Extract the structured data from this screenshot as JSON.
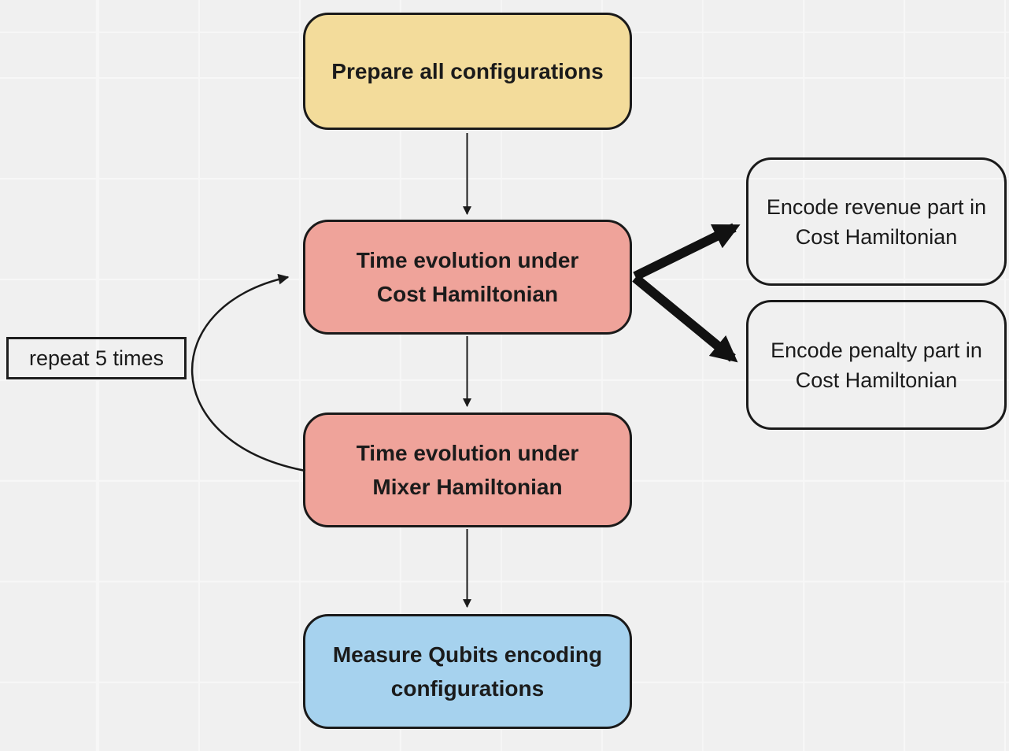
{
  "canvas": {
    "background_color": "#f0f0f0",
    "grid_line_color": "#f7f7f7",
    "stroke_color": "#1a1a1a",
    "text_color": "#1b1b1b"
  },
  "nodes": {
    "prepare": {
      "label": "Prepare all configurations",
      "fill": "#f3dc9b"
    },
    "cost": {
      "line1": "Time evolution under",
      "line2": "Cost Hamiltonian",
      "fill": "#efa39a"
    },
    "mixer": {
      "line1": "Time evolution under",
      "line2": "Mixer Hamiltonian",
      "fill": "#efa39a"
    },
    "measure": {
      "line1": "Measure Qubits encoding",
      "line2": "configurations",
      "fill": "#a6d2ee"
    },
    "encode_revenue": {
      "line1": "Encode revenue part in",
      "line2": "Cost Hamiltonian",
      "fill": "transparent"
    },
    "encode_penalty": {
      "line1": "Encode penalty part in",
      "line2": "Cost Hamiltonian",
      "fill": "transparent"
    }
  },
  "loop": {
    "label": "repeat 5 times"
  },
  "edges": [
    {
      "from": "prepare",
      "to": "cost",
      "style": "thin-arrow"
    },
    {
      "from": "cost",
      "to": "mixer",
      "style": "thin-arrow"
    },
    {
      "from": "mixer",
      "to": "measure",
      "style": "thin-arrow"
    },
    {
      "from": "cost",
      "to": "encode_revenue",
      "style": "thick-arrow"
    },
    {
      "from": "cost",
      "to": "encode_penalty",
      "style": "thick-arrow"
    },
    {
      "from": "mixer",
      "to": "cost",
      "style": "curved-loop-arrow",
      "label": "repeat 5 times"
    }
  ]
}
